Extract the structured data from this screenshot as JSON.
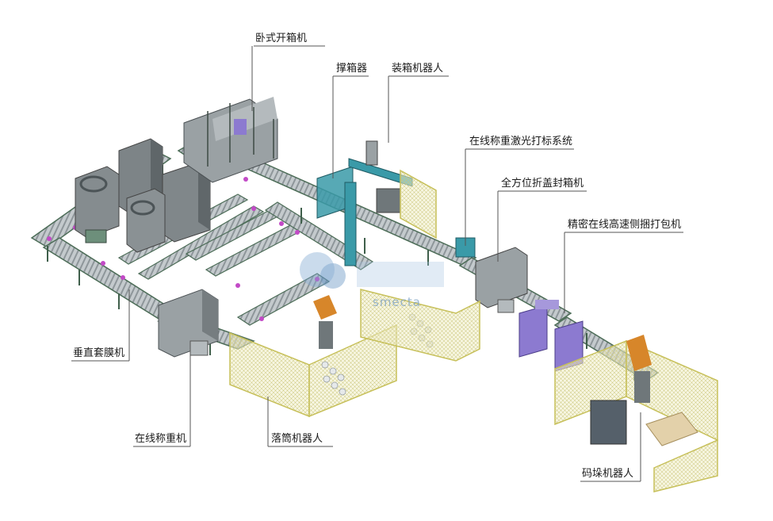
{
  "labels": {
    "horizontal_case_erector": "卧式开箱机",
    "case_opener": "撑箱器",
    "case_packing_robot": "装箱机器人",
    "online_weighing_laser_marking": "在线称重激光打标系统",
    "omni_flap_case_sealer": "全方位折盖封箱机",
    "precision_side_strapping_machine": "精密在线高速侧捆打包机",
    "vertical_film_wrapper": "垂直套膜机",
    "online_weighing_machine": "在线称重机",
    "doffing_robot": "落筒机器人",
    "palletizing_robot": "码垛机器人"
  },
  "watermark": {
    "text": "smecta"
  },
  "colors": {
    "frame_green": "#5c8f6a",
    "frame_dark": "#3f5f4b",
    "roller_silver": "#b8bec2",
    "cabinet_gray": "#8d9396",
    "fence_yellow": "#d8d27a",
    "robot_orange": "#d7862a",
    "robot_teal": "#3a9aa8",
    "accent_purple": "#8c7ad0",
    "marker_magenta": "#c24ac6"
  }
}
